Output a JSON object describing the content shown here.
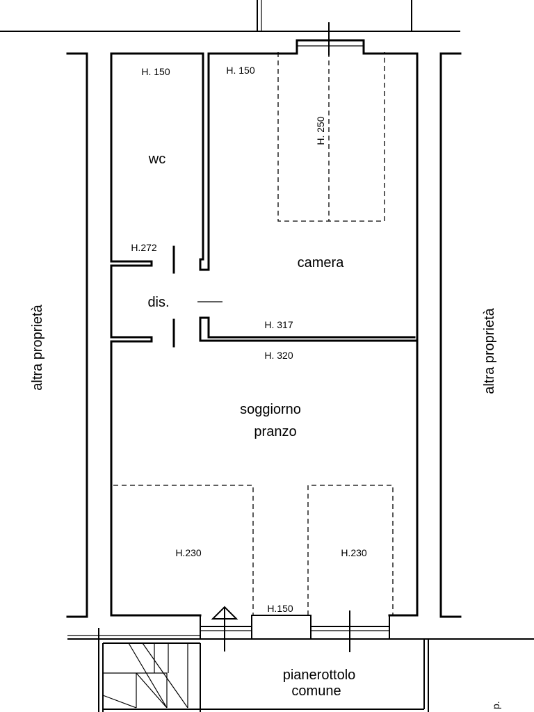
{
  "labels": {
    "side_left": "altra proprietà",
    "side_right": "altra proprietà",
    "wc": "wc",
    "camera": "camera",
    "dis": "dis.",
    "soggiorno": "soggiorno",
    "pranzo": "pranzo",
    "pianerottolo": "pianerottolo",
    "comune": "comune",
    "corner_p": "p."
  },
  "heights": {
    "wc_top": "H. 150",
    "camera_top": "H. 150",
    "camera_bed": "H. 250",
    "dis_wall": "H.272",
    "camera_bottom": "H. 317",
    "soggiorno_top": "H. 320",
    "loft_left": "H.230",
    "loft_right": "H.230",
    "entry": "H.150"
  }
}
